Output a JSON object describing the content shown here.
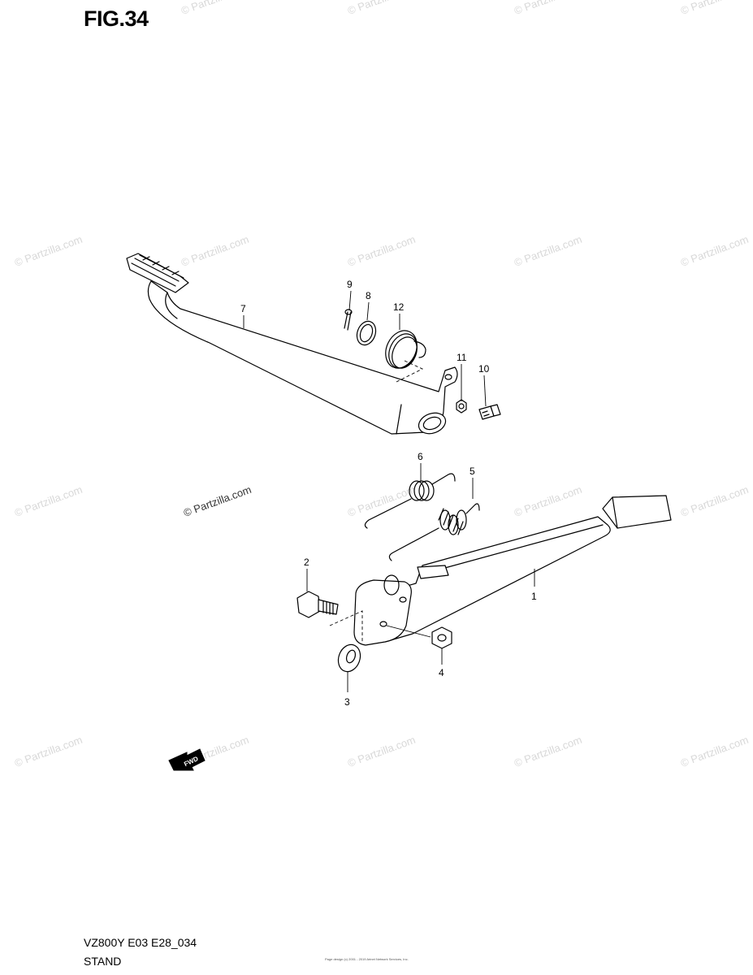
{
  "figure": {
    "title": "FIG.34",
    "model_code": "VZ800Y E03 E28_034",
    "section": "STAND",
    "credit": "Page design (c) 2001 - 2019 Arinet Network Services, Inc."
  },
  "watermark": {
    "text": "© Partzilla.com"
  },
  "fwd_arrow": {
    "label": "FWD"
  },
  "callouts": [
    {
      "id": "1",
      "label": "1"
    },
    {
      "id": "2",
      "label": "2"
    },
    {
      "id": "3",
      "label": "3"
    },
    {
      "id": "4",
      "label": "4"
    },
    {
      "id": "5",
      "label": "5"
    },
    {
      "id": "6",
      "label": "6"
    },
    {
      "id": "7",
      "label": "7"
    },
    {
      "id": "8",
      "label": "8"
    },
    {
      "id": "9",
      "label": "9"
    },
    {
      "id": "10",
      "label": "10"
    },
    {
      "id": "11",
      "label": "11"
    },
    {
      "id": "12",
      "label": "12"
    }
  ]
}
